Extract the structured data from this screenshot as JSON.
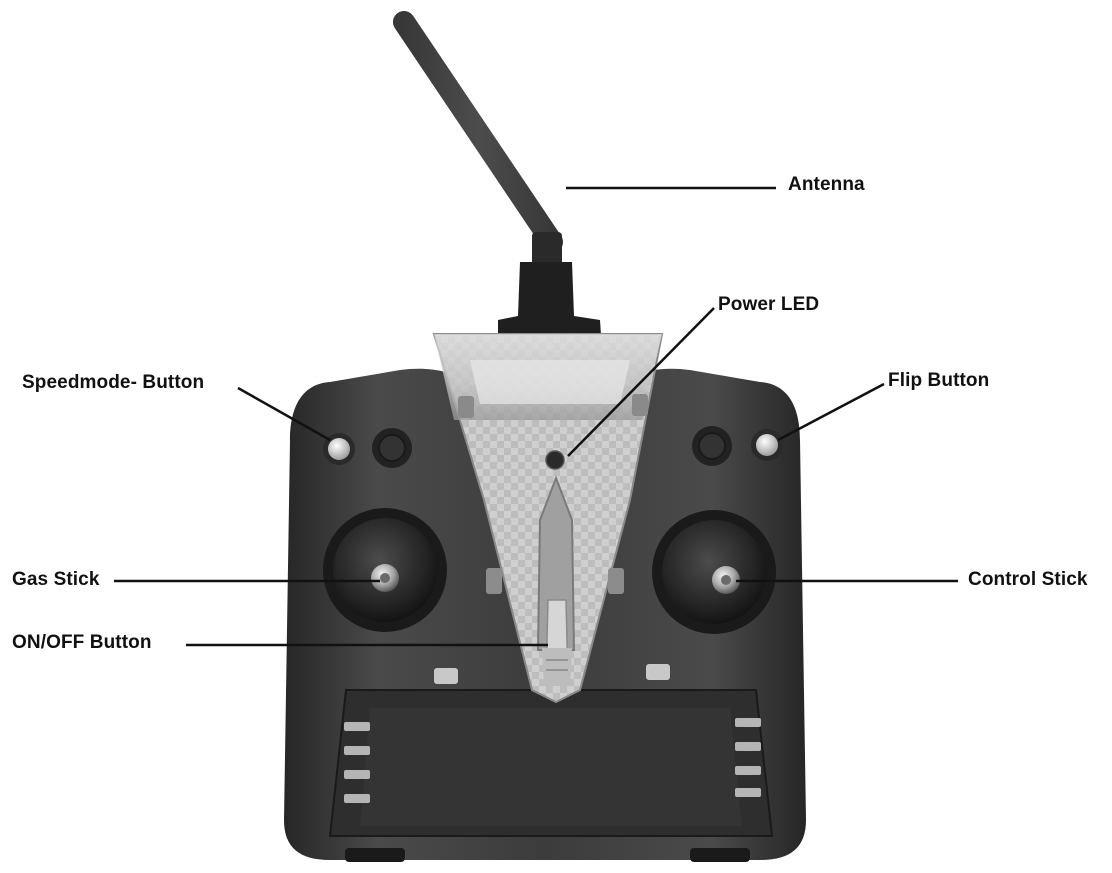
{
  "labels": {
    "antenna": "Antenna",
    "power_led": "Power LED",
    "speedmode_button": "Speedmode- Button",
    "flip_button": "Flip Button",
    "gas_stick": "Gas Stick",
    "control_stick": "Control Stick",
    "on_off_button": "ON/OFF Button"
  },
  "colors": {
    "body": "#3a3a3a",
    "body_dark": "#1e1e1e",
    "face_plate": "#c9c9c9",
    "leader_line": "#111111",
    "label_text": "#111111"
  }
}
